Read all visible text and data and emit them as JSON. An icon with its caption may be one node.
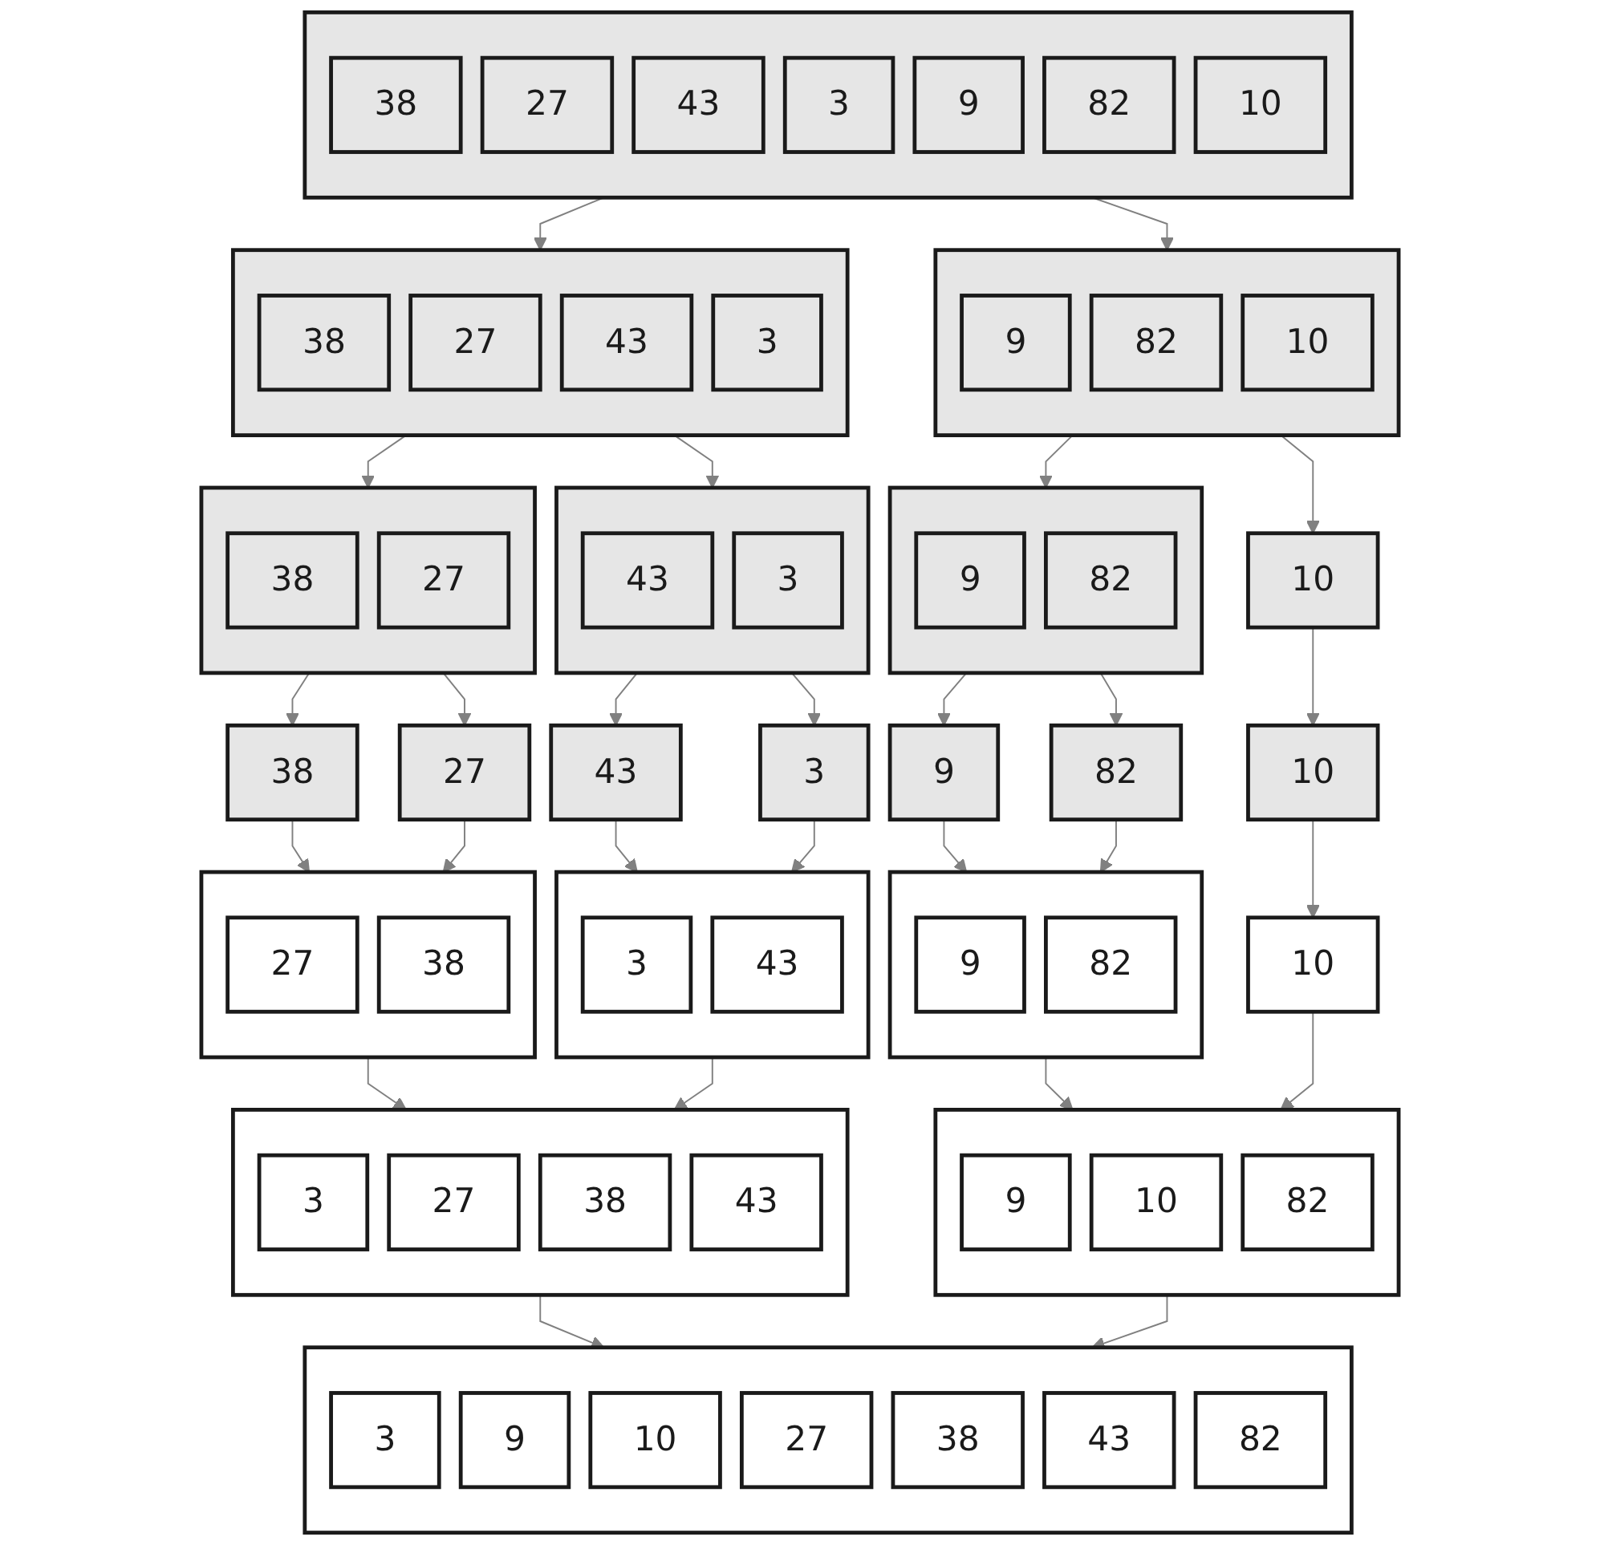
{
  "diagram": {
    "nodes": [
      {
        "text": [],
        "shape": "box"
      },
      {
        "text": [
          "38"
        ],
        "in": 0
      },
      {
        "text": [
          "27"
        ],
        "in": 0
      },
      {
        "text": [
          "43"
        ],
        "in": 0
      },
      {
        "text": [
          "3"
        ],
        "in": 0
      },
      {
        "text": [
          "9"
        ],
        "in": 0
      },
      {
        "text": [
          "82"
        ],
        "in": 0
      },
      {
        "text": [
          "10"
        ],
        "in": 0
      },
      {
        "text": [],
        "shape": "box"
      },
      {
        "text": [
          "38"
        ],
        "in": 8
      },
      {
        "text": [
          "27"
        ],
        "in": 8
      },
      {
        "text": [
          "43"
        ],
        "in": 8
      },
      {
        "text": [
          "3"
        ],
        "in": 8
      },
      {
        "text": [],
        "shape": "box"
      },
      {
        "text": [
          "9"
        ],
        "in": 13
      },
      {
        "text": [
          "82"
        ],
        "in": 13
      },
      {
        "text": [
          "10"
        ],
        "in": 13
      },
      {
        "text": [],
        "shape": "box"
      },
      {
        "text": [
          "38"
        ],
        "in": 17
      },
      {
        "text": [
          "27"
        ],
        "in": 17
      },
      {
        "text": [],
        "shape": "box"
      },
      {
        "text": [
          "43"
        ],
        "in": 20
      },
      {
        "text": [
          "3"
        ],
        "in": 20
      },
      {
        "text": [],
        "shape": "box"
      },
      {
        "text": [
          "9"
        ],
        "in": 23
      },
      {
        "text": [
          "82"
        ],
        "in": 23
      },
      {
        "text": [
          "10"
        ]
      },
      {
        "text": [
          "38"
        ]
      },
      {
        "text": [
          "27"
        ]
      },
      {
        "text": [
          "43"
        ]
      },
      {
        "text": [
          "3"
        ]
      },
      {
        "text": [
          "9"
        ]
      },
      {
        "text": [
          "82"
        ]
      },
      {
        "text": [
          "10"
        ]
      },
      {
        "text": [],
        "shape": "box"
      },
      {
        "text": [
          "27"
        ],
        "in": 34
      },
      {
        "text": [
          "38"
        ],
        "in": 34
      },
      {
        "text": [],
        "shape": "box"
      },
      {
        "text": [
          "3"
        ],
        "in": 37
      },
      {
        "text": [
          "43"
        ],
        "in": 37
      },
      {
        "text": [],
        "shape": "box"
      },
      {
        "text": [
          "9"
        ],
        "in": 40
      },
      {
        "text": [
          "82"
        ],
        "in": 40
      },
      {
        "text": [
          "10"
        ]
      },
      {
        "text": [],
        "shape": "box"
      },
      {
        "text": [
          "3"
        ],
        "in": 44
      },
      {
        "text": [
          "27"
        ],
        "in": 44
      },
      {
        "text": [
          "38"
        ],
        "in": 44
      },
      {
        "text": [
          "43"
        ],
        "in": 44
      },
      {
        "text": [],
        "shape": "box"
      },
      {
        "text": [
          "9"
        ],
        "in": 49
      },
      {
        "text": [
          "10"
        ],
        "in": 49
      },
      {
        "text": [
          "82"
        ],
        "in": 49
      },
      {
        "text": [],
        "shape": "box"
      },
      {
        "text": [
          "3"
        ],
        "in": 53
      },
      {
        "text": [
          "9"
        ],
        "in": 53
      },
      {
        "text": [
          "10"
        ],
        "in": 53
      },
      {
        "text": [
          "27"
        ],
        "in": 53
      },
      {
        "text": [
          "38"
        ],
        "in": 53
      },
      {
        "text": [
          "43"
        ],
        "in": 53
      },
      {
        "text": [
          "82"
        ],
        "in": 53
      }
    ],
    "edges": [
      {
        "from": 0,
        "to": 8,
        "arrow": "to"
      },
      {
        "from": 0,
        "to": 13,
        "arrow": "to"
      },
      {
        "from": 8,
        "to": 17,
        "arrow": "to"
      },
      {
        "from": 8,
        "to": 20,
        "arrow": "to"
      },
      {
        "from": 13,
        "to": 23,
        "arrow": "to"
      },
      {
        "from": 13,
        "to": 26,
        "arrow": "to"
      },
      {
        "from": 17,
        "to": 27,
        "arrow": "to"
      },
      {
        "from": 17,
        "to": 28,
        "arrow": "to"
      },
      {
        "from": 20,
        "to": 29,
        "arrow": "to"
      },
      {
        "from": 20,
        "to": 30,
        "arrow": "to"
      },
      {
        "from": 23,
        "to": 31,
        "arrow": "to"
      },
      {
        "from": 23,
        "to": 32,
        "arrow": "to"
      },
      {
        "from": 26,
        "to": 33,
        "arrow": "to"
      },
      {
        "from": 27,
        "to": 34,
        "arrow": "to"
      },
      {
        "from": 28,
        "to": 34,
        "arrow": "to"
      },
      {
        "from": 29,
        "to": 37,
        "arrow": "to"
      },
      {
        "from": 30,
        "to": 37,
        "arrow": "to"
      },
      {
        "from": 31,
        "to": 40,
        "arrow": "to"
      },
      {
        "from": 32,
        "to": 40,
        "arrow": "to"
      },
      {
        "from": 33,
        "to": 43,
        "arrow": "to"
      },
      {
        "from": 34,
        "to": 44,
        "arrow": "to"
      },
      {
        "from": 37,
        "to": 44,
        "arrow": "to"
      },
      {
        "from": 40,
        "to": 49,
        "arrow": "to"
      },
      {
        "from": 43,
        "to": 49,
        "arrow": "to"
      },
      {
        "from": 44,
        "to": 53,
        "arrow": "to"
      },
      {
        "from": 49,
        "to": 53,
        "arrow": "to"
      }
    ]
  }
}
